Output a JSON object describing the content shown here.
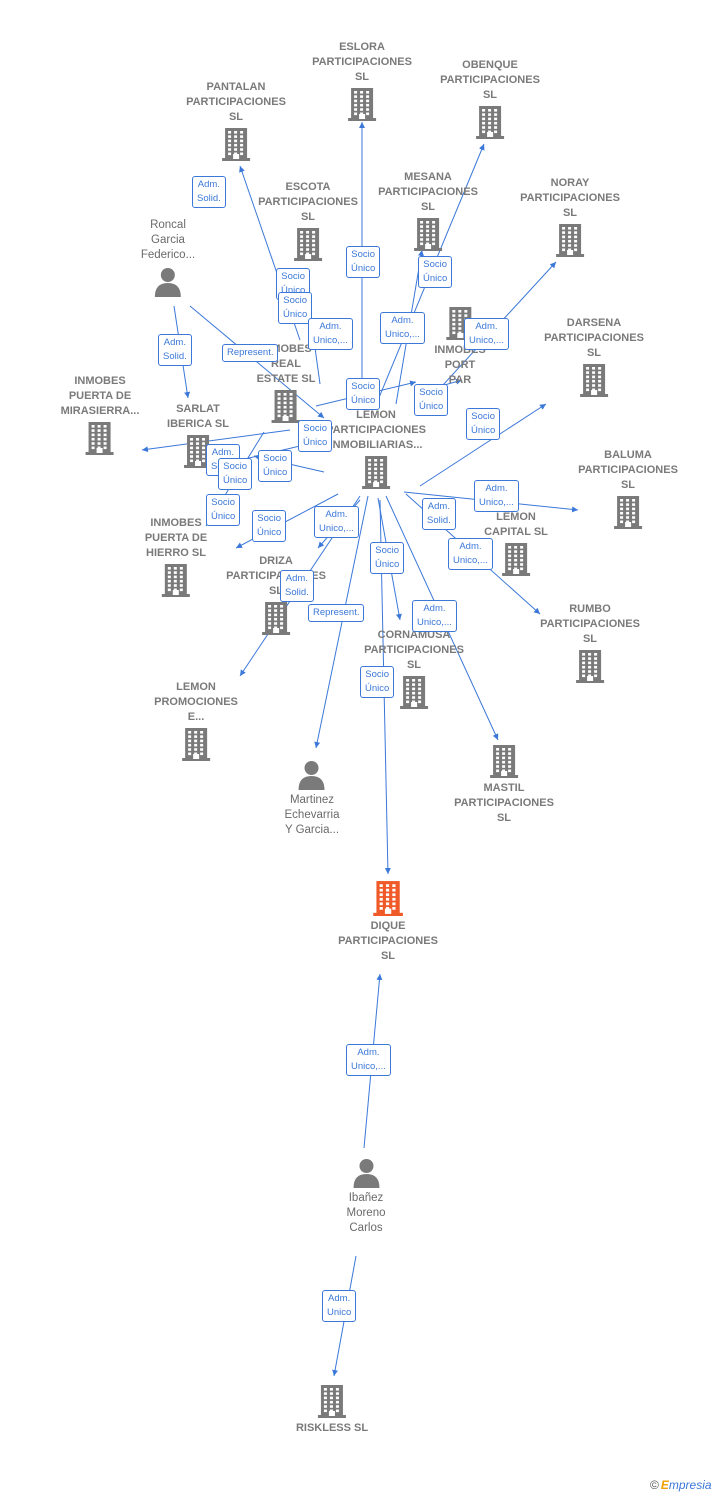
{
  "colors": {
    "edge": "#3b78d8",
    "node": "#7a7a7a",
    "focus": "#f05a28",
    "person": "#7a7a7a"
  },
  "nodes": [
    {
      "id": "eslora",
      "type": "company",
      "lines": [
        "ESLORA",
        "PARTICIPACIONES",
        "SL"
      ]
    },
    {
      "id": "obenque",
      "type": "company",
      "lines": [
        "OBENQUE",
        "PARTICIPACIONES",
        "SL"
      ]
    },
    {
      "id": "pantalan",
      "type": "company",
      "lines": [
        "PANTALAN",
        "PARTICIPACIONES",
        "SL"
      ]
    },
    {
      "id": "escota",
      "type": "company",
      "lines": [
        "ESCOTA",
        "PARTICIPACIONES",
        "SL"
      ]
    },
    {
      "id": "mesana",
      "type": "company",
      "lines": [
        "MESANA",
        "PARTICIPACIONES",
        "SL"
      ]
    },
    {
      "id": "noray",
      "type": "company",
      "lines": [
        "NORAY",
        "PARTICIPACIONES",
        "SL"
      ]
    },
    {
      "id": "roncal",
      "type": "person",
      "lines": [
        "Roncal",
        "Garcia",
        "Federico..."
      ]
    },
    {
      "id": "inmobes_port",
      "type": "company",
      "lines": [
        "INMOBES",
        "PORT",
        "PAR"
      ]
    },
    {
      "id": "darsena",
      "type": "company",
      "lines": [
        "DARSENA",
        "PARTICIPACIONES",
        "SL"
      ]
    },
    {
      "id": "inmobes_estate",
      "type": "company",
      "lines": [
        "INMOBES",
        "REAL",
        "ESTATE  SL"
      ]
    },
    {
      "id": "inmobes_mira",
      "type": "company",
      "lines": [
        "INMOBES",
        "PUERTA DE",
        "MIRASIERRA..."
      ]
    },
    {
      "id": "sarlat",
      "type": "company",
      "lines": [
        "SARLAT",
        "IBERICA  SL"
      ]
    },
    {
      "id": "lemon_inmob",
      "type": "company",
      "lines": [
        "LEMON",
        "PARTICIPACIONES",
        "INMOBILIARIAS..."
      ]
    },
    {
      "id": "baluma",
      "type": "company",
      "lines": [
        "BALUMA",
        "PARTICIPACIONES",
        "SL"
      ]
    },
    {
      "id": "lemon_capital",
      "type": "company",
      "lines": [
        "LEMON",
        "CAPITAL SL"
      ]
    },
    {
      "id": "inmobes_hierro",
      "type": "company",
      "lines": [
        "INMOBES",
        "PUERTA DE",
        "HIERRO  SL"
      ]
    },
    {
      "id": "driza",
      "type": "company",
      "lines": [
        "DRIZA",
        "PARTICIPACIONES",
        "SL"
      ]
    },
    {
      "id": "rumbo",
      "type": "company",
      "lines": [
        "RUMBO",
        "PARTICIPACIONES",
        "SL"
      ]
    },
    {
      "id": "cornamusa",
      "type": "company",
      "lines": [
        "CORNAMUSA",
        "PARTICIPACIONES",
        "SL"
      ]
    },
    {
      "id": "lemon_prom",
      "type": "company",
      "lines": [
        "LEMON",
        "PROMOCIONES",
        "E..."
      ]
    },
    {
      "id": "martinez",
      "type": "person",
      "lines": [
        "Martinez",
        "Echevarria",
        "Y Garcia..."
      ]
    },
    {
      "id": "mastil",
      "type": "company",
      "lines": [
        "MASTIL",
        "PARTICIPACIONES",
        "SL"
      ]
    },
    {
      "id": "dique",
      "type": "focus",
      "lines": [
        "DIQUE",
        "PARTICIPACIONES",
        "SL"
      ]
    },
    {
      "id": "ibanez",
      "type": "person",
      "lines": [
        "Ibañez",
        "Moreno",
        "Carlos"
      ]
    },
    {
      "id": "riskless",
      "type": "company",
      "lines": [
        "RISKLESS  SL"
      ]
    }
  ],
  "badges": [
    {
      "id": "b1",
      "lines": [
        "Adm.",
        "Solid."
      ]
    },
    {
      "id": "b2",
      "lines": [
        "Socio",
        "Único"
      ]
    },
    {
      "id": "b3",
      "lines": [
        "Socio",
        "Único"
      ]
    },
    {
      "id": "b4",
      "lines": [
        "Socio",
        "Único"
      ]
    },
    {
      "id": "b5",
      "lines": [
        "Adm.",
        "Unico,..."
      ]
    },
    {
      "id": "b6",
      "lines": [
        "Adm.",
        "Unico,..."
      ]
    },
    {
      "id": "b7",
      "lines": [
        "Adm.",
        "Unico,..."
      ]
    },
    {
      "id": "b8",
      "lines": [
        "Socio",
        "Único"
      ]
    },
    {
      "id": "b9",
      "lines": [
        "Adm.",
        "Solid."
      ]
    },
    {
      "id": "b10",
      "lines": [
        "Represent."
      ]
    },
    {
      "id": "b11",
      "lines": [
        "Socio",
        "Único"
      ]
    },
    {
      "id": "b12",
      "lines": [
        "Socio",
        "Único"
      ]
    },
    {
      "id": "b13",
      "lines": [
        "Socio",
        "Único"
      ]
    },
    {
      "id": "b14",
      "lines": [
        "Socio",
        "Único"
      ]
    },
    {
      "id": "b15",
      "lines": [
        "Adm.",
        "Solid."
      ]
    },
    {
      "id": "b16",
      "lines": [
        "Socio",
        "Único"
      ]
    },
    {
      "id": "b17",
      "lines": [
        "Socio",
        "Único"
      ]
    },
    {
      "id": "b18",
      "lines": [
        "Adm.",
        "Unico,..."
      ]
    },
    {
      "id": "b19",
      "lines": [
        "Socio",
        "Único"
      ]
    },
    {
      "id": "b20",
      "lines": [
        "Adm.",
        "Solid."
      ]
    },
    {
      "id": "b21",
      "lines": [
        "Socio",
        "Único"
      ]
    },
    {
      "id": "b22",
      "lines": [
        "Adm.",
        "Unico,..."
      ]
    },
    {
      "id": "b23",
      "lines": [
        "Adm.",
        "Unico,..."
      ]
    },
    {
      "id": "b24",
      "lines": [
        "Socio",
        "Único"
      ]
    },
    {
      "id": "b25",
      "lines": [
        "Adm.",
        "Solid."
      ]
    },
    {
      "id": "b26",
      "lines": [
        "Represent."
      ]
    },
    {
      "id": "b27",
      "lines": [
        "Adm.",
        "Unico,..."
      ]
    },
    {
      "id": "b28",
      "lines": [
        "Socio",
        "Único"
      ]
    },
    {
      "id": "b29",
      "lines": [
        "Adm.",
        "Unico,..."
      ]
    },
    {
      "id": "b30",
      "lines": [
        "Adm.",
        "Unico"
      ]
    }
  ],
  "watermark": {
    "copyright": "©",
    "brand_first": "E",
    "brand_rest": "mpresia"
  }
}
